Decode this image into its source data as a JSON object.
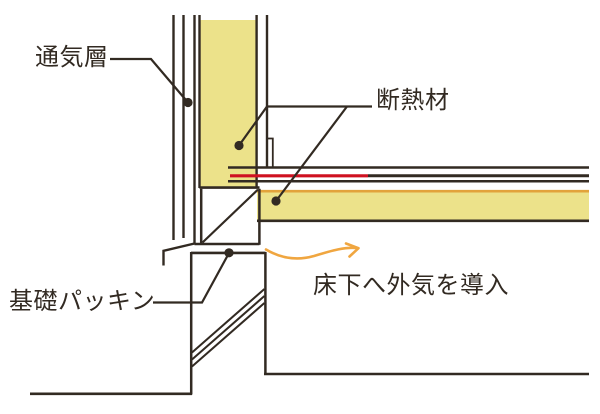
{
  "diagram": {
    "type": "architectural-section-detail",
    "labels": {
      "ventilation_layer": "通気層",
      "insulation": "断熱材",
      "foundation_packing": "基礎パッキン",
      "airflow_note": "床下へ外気を導入"
    },
    "colors": {
      "ink": "#322a22",
      "insulation_fill": "#ece28a",
      "airtight_red": "#cf1120",
      "insulation_edge_orange": "#e2a33b",
      "airflow_orange": "#f0a640",
      "background": "#ffffff"
    }
  }
}
